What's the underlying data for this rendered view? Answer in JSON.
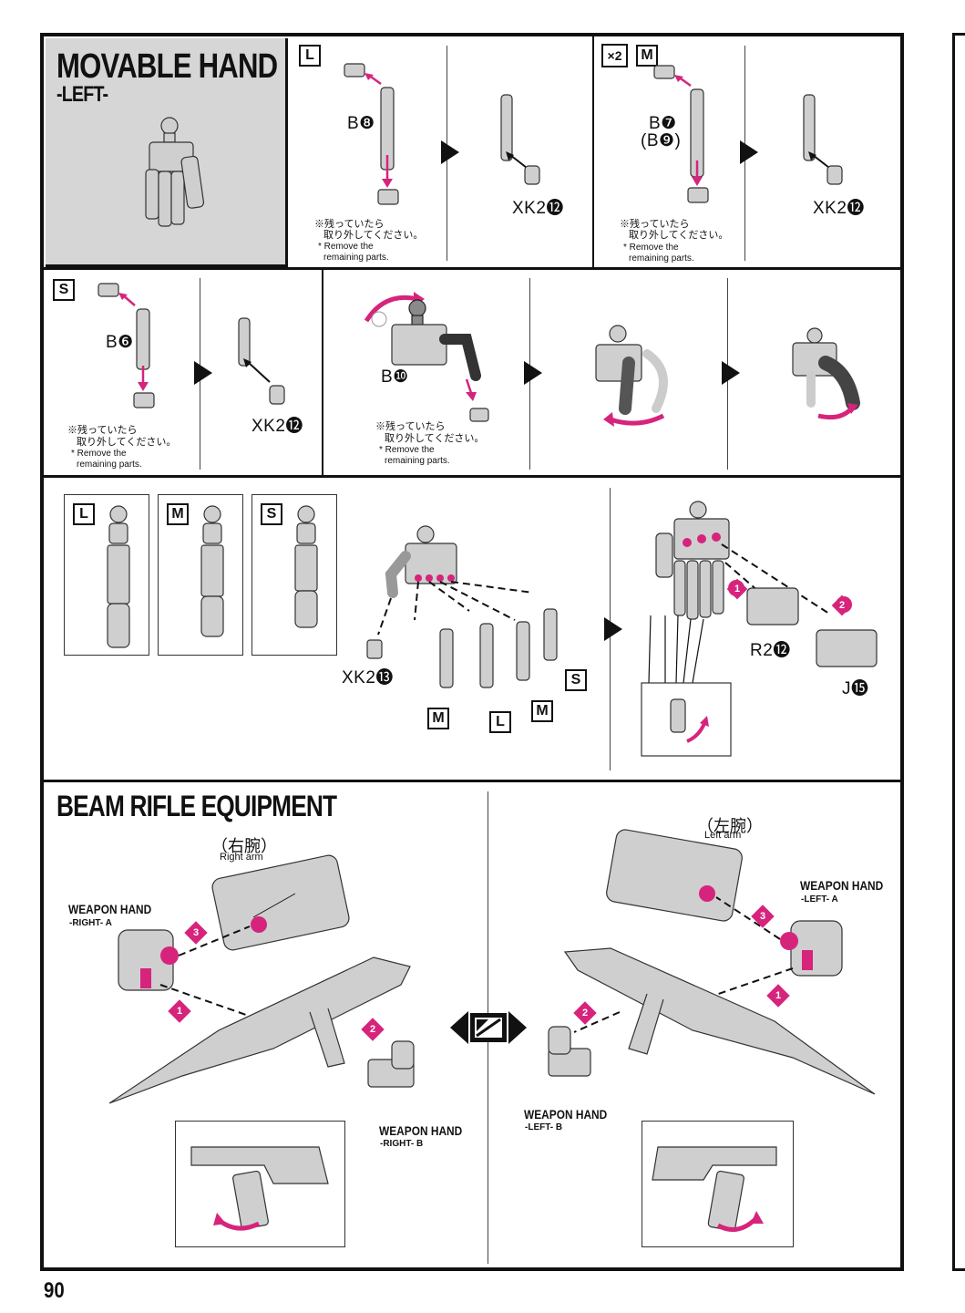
{
  "page_number": "90",
  "movable_hand": {
    "title": "MOVABLE HAND",
    "subtitle": "-LEFT-",
    "size_l": "L",
    "size_m": "M",
    "size_s": "S",
    "multiplier": "×2",
    "step_l": {
      "part_top": "B❽",
      "part_attach": "XK2⓬"
    },
    "step_m": {
      "part_top": "B❼",
      "part_alt": "(B❾)",
      "part_attach": "XK2⓬"
    },
    "step_s": {
      "part_top": "B❻",
      "part_attach": "XK2⓬"
    },
    "step_palm": {
      "part": "B❿"
    },
    "note_jp_1": "※残っていたら",
    "note_jp_2": "取り外してください。",
    "note_en_1": "* Remove the",
    "note_en_2": "remaining parts.",
    "assembly": {
      "wrist_part": "XK2⓭",
      "finger_labels": [
        "M",
        "L",
        "M",
        "S"
      ],
      "step1": "1",
      "step2": "2",
      "back_part": "R2⓬",
      "cover_part": "J⓯"
    }
  },
  "beam_rifle": {
    "title": "BEAM RIFLE EQUIPMENT",
    "right": {
      "arm_jp": "（右腕）",
      "arm_en": "Right arm",
      "hand_a_title": "WEAPON HAND",
      "hand_a_sub": "-RIGHT- A",
      "hand_b_title": "WEAPON HAND",
      "hand_b_sub": "-RIGHT- B",
      "steps": [
        "1",
        "2",
        "3"
      ]
    },
    "left": {
      "arm_jp": "（左腕）",
      "arm_en": "Left arm",
      "hand_a_title": "WEAPON HAND",
      "hand_a_sub": "-LEFT- A",
      "hand_b_title": "WEAPON HAND",
      "hand_b_sub": "-LEFT- B",
      "steps": [
        "1",
        "2",
        "3"
      ]
    },
    "mirror_symbol": "mirror-icon"
  }
}
